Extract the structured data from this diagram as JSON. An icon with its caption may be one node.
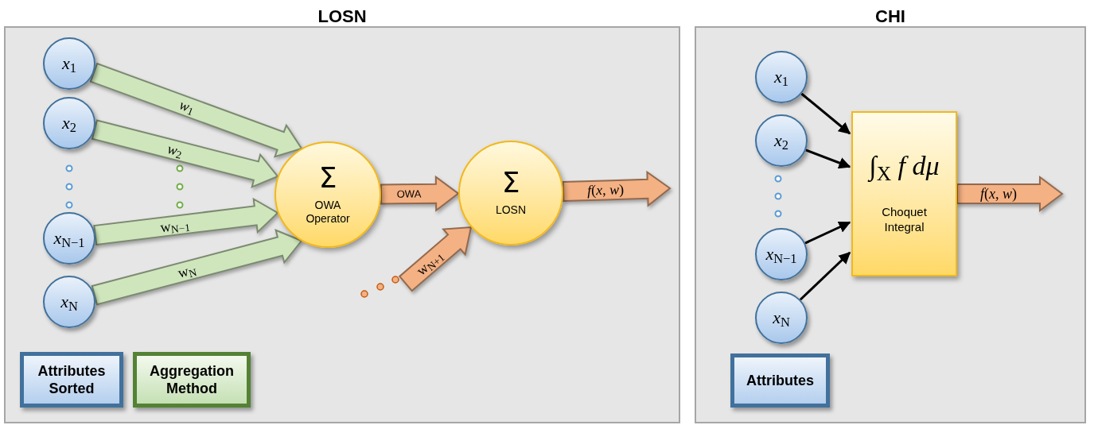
{
  "diagram": {
    "nodes": [
      {
        "text": [
          "LOSN"
        ]
      },
      {
        "text": [
          "*x*$_{1}$"
        ],
        "in": 0
      },
      {
        "text": [
          "*x*$_{2}$"
        ],
        "in": 0
      },
      {
        "text": [
          "*x*$_{N−1}$"
        ],
        "in": 0
      },
      {
        "text": [
          "*x*$_{N}$"
        ],
        "in": 0
      },
      {
        "text": [
          "Σ",
          "OWA Operator"
        ],
        "in": 0
      },
      {
        "text": [
          "Σ",
          "LOSN"
        ],
        "in": 0
      },
      {
        "text": [
          "Attributes Sorted"
        ],
        "in": 0
      },
      {
        "text": [
          "Aggregation Method"
        ],
        "in": 0
      },
      {
        "text": [
          "CHI"
        ]
      },
      {
        "text": [
          "*x*$_{1}$"
        ],
        "in": 9
      },
      {
        "text": [
          "*x*$_{2}$"
        ],
        "in": 9
      },
      {
        "text": [
          "*x*$_{N−1}$"
        ],
        "in": 9
      },
      {
        "text": [
          "*x*$_{N}$"
        ],
        "in": 9
      },
      {
        "text": [
          "∫$_{X}$ *f dμ*",
          "Choquet Integral"
        ],
        "in": 9
      },
      {
        "text": [
          "Attributes"
        ],
        "in": 9
      }
    ],
    "edges": [
      {
        "from": 1,
        "to": 5,
        "arrow": "to",
        "label": "*w*$_{1}$",
        "style": "thick"
      },
      {
        "from": 2,
        "to": 5,
        "arrow": "to",
        "label": "*w*$_{2}$",
        "style": "thick"
      },
      {
        "from": 3,
        "to": 5,
        "arrow": "to",
        "label": "w$_{N−1}$",
        "style": "thick"
      },
      {
        "from": 4,
        "to": 5,
        "arrow": "to",
        "label": "w$_{N}$",
        "style": "thick"
      },
      {
        "from": 5,
        "to": 6,
        "arrow": "to",
        "label": "OWA",
        "style": "thick",
        "color": "#f4b183"
      },
      {
        "from": null,
        "to": 6,
        "arrow": "to",
        "label": "w$_{N+1}$",
        "style": "thick",
        "color": "#f4b183"
      },
      {
        "from": 6,
        "to": null,
        "arrow": "to",
        "label": "*f*(*x*, *w*)",
        "style": "thick",
        "color": "#f4b183"
      },
      {
        "from": 10,
        "to": 14,
        "arrow": "to",
        "color": "#000000"
      },
      {
        "from": 11,
        "to": 14,
        "arrow": "to",
        "color": "#000000"
      },
      {
        "from": 12,
        "to": 14,
        "arrow": "to",
        "color": "#000000"
      },
      {
        "from": 13,
        "to": 14,
        "arrow": "to",
        "color": "#000000"
      },
      {
        "from": 14,
        "to": null,
        "arrow": "to",
        "label": "*f*(*x*, *w*)",
        "style": "thick",
        "color": "#f4b183"
      }
    ]
  }
}
